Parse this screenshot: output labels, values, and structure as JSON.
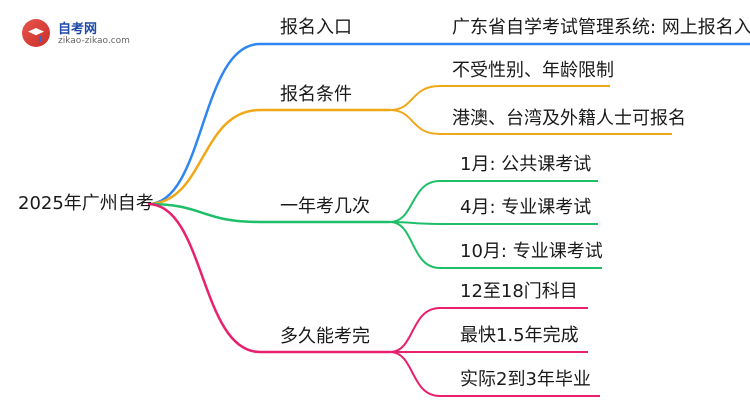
{
  "logo": {
    "name": "自考网",
    "url": "zikao-zikao.com"
  },
  "mindmap": {
    "root": "2025年广州自考",
    "branches": [
      {
        "label": "报名入口",
        "color": "#2f86f0",
        "children": [
          "广东省自学考试管理系统: 网上报名入口"
        ]
      },
      {
        "label": "报名条件",
        "color": "#f0a818",
        "children": [
          "不受性别、年龄限制",
          "港澳、台湾及外籍人士可报名"
        ]
      },
      {
        "label": "一年考几次",
        "color": "#1fbf6a",
        "children": [
          "1月: 公共课考试",
          "4月: 专业课考试",
          "10月: 专业课考试"
        ]
      },
      {
        "label": "多久能考完",
        "color": "#e8206e",
        "children": [
          "12至18门科目",
          "最快1.5年完成",
          "实际2到3年毕业"
        ]
      }
    ]
  }
}
